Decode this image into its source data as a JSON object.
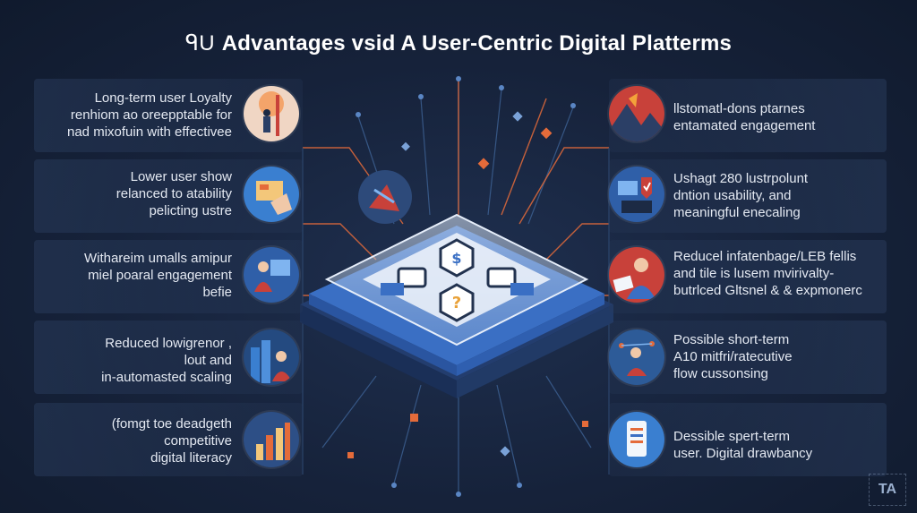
{
  "title": {
    "prefix": "ᑫU",
    "text": "Advantages vsid A User-Centric Digital Platterms"
  },
  "left_items": [
    {
      "lines": [
        "Long-term user Loyalty",
        "renhiom ao oreepptable for",
        "nad mixofuin with effectivee"
      ],
      "icon": "tower-person-icon"
    },
    {
      "lines": [
        "Lower user show",
        "relanced to atability",
        "pelicting ustre"
      ],
      "icon": "hand-tablet-icon"
    },
    {
      "lines": [
        "Withareim umalls amipur",
        "miel poaral engagement",
        "befie"
      ],
      "icon": "person-presenting-icon"
    },
    {
      "lines": [
        "Reduced lowigrenor ,",
        "lout and",
        "in-automasted scaling"
      ],
      "icon": "city-person-icon"
    },
    {
      "lines": [
        "(fomgt toe deadgeth",
        "competitive",
        "digital literacy"
      ],
      "icon": "bar-chart-icon"
    }
  ],
  "right_items": [
    {
      "lines": [
        "llstomatl-dons ptarnes",
        "entamated engagement"
      ],
      "icon": "mountain-person-icon"
    },
    {
      "lines": [
        "Ushagt 280 lustrpolunt",
        "dntion usability, and",
        "meaningful enecaling"
      ],
      "icon": "robot-screen-icon"
    },
    {
      "lines": [
        "Reducel infatenbage/LEB fellis",
        "and tile is lusem mvirivalty-",
        "butrlced Gltsnel & & expmonerc"
      ],
      "icon": "person-writing-icon"
    },
    {
      "lines": [
        "Possible short-term",
        "A10 mitfri/ratecutive",
        "flow cussonsing"
      ],
      "icon": "person-network-icon"
    },
    {
      "lines": [
        "Dessible spert-term",
        "user. Digital drawbancy"
      ],
      "icon": "phone-checklist-icon"
    }
  ],
  "chip_symbols": {
    "top": "$",
    "bottom": "?"
  },
  "watermark": "TA",
  "colors": {
    "background": "#16223a",
    "accent_orange": "#e46b3a",
    "chip_blue": "#3a6fc4",
    "icon_red": "#c8413a",
    "icon_blue": "#3a7fd0"
  }
}
